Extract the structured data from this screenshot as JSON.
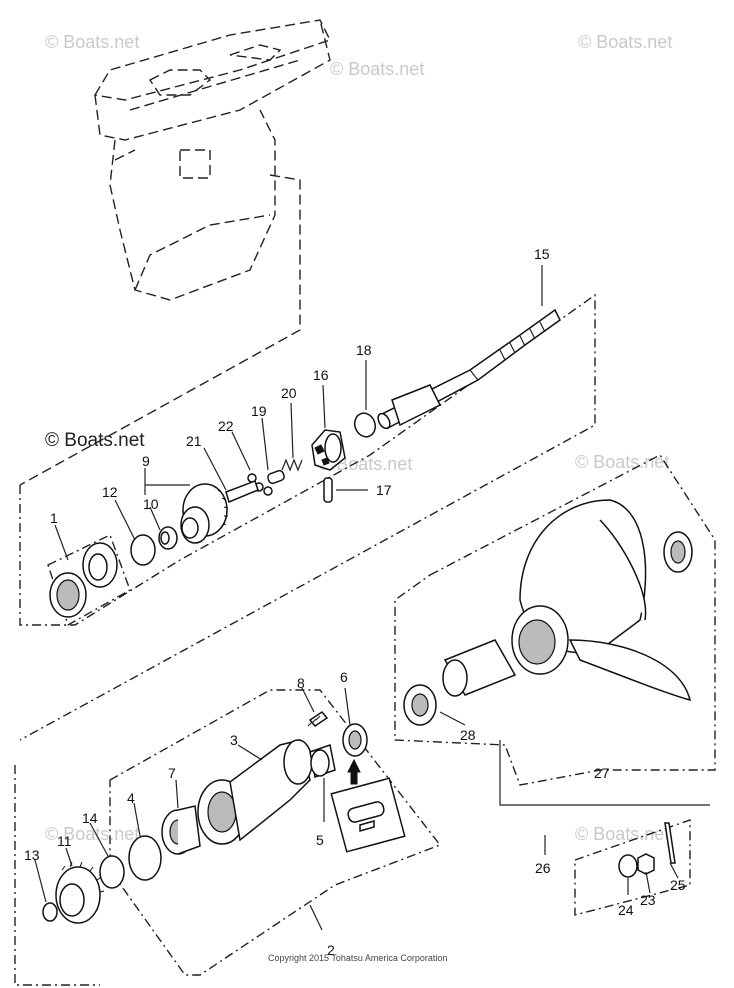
{
  "watermarks": {
    "top_left": "© Boats.net",
    "top_center": "© Boats.net",
    "top_right": "© Boats.net",
    "mid_dark": "© Boats.net",
    "mid_center": "© Boats.net",
    "mid_right": "© Boats.net",
    "lower_left": "© Boats.net",
    "lower_right": "© Boats.net"
  },
  "copyright": "Copyright 2015 Tohatsu America Corporation",
  "part_labels": {
    "p1": "1",
    "p2": "2",
    "p3": "3",
    "p4": "4",
    "p5": "5",
    "p6": "6",
    "p7": "7",
    "p8": "8",
    "p9": "9",
    "p10": "10",
    "p11": "11",
    "p12": "12",
    "p13": "13",
    "p14": "14",
    "p15": "15",
    "p16": "16",
    "p17": "17",
    "p18": "18",
    "p19": "19",
    "p20": "20",
    "p21": "21",
    "p22": "22",
    "p23": "23",
    "p24": "24",
    "p25": "25",
    "p26": "26",
    "p27": "27",
    "p28": "28"
  }
}
